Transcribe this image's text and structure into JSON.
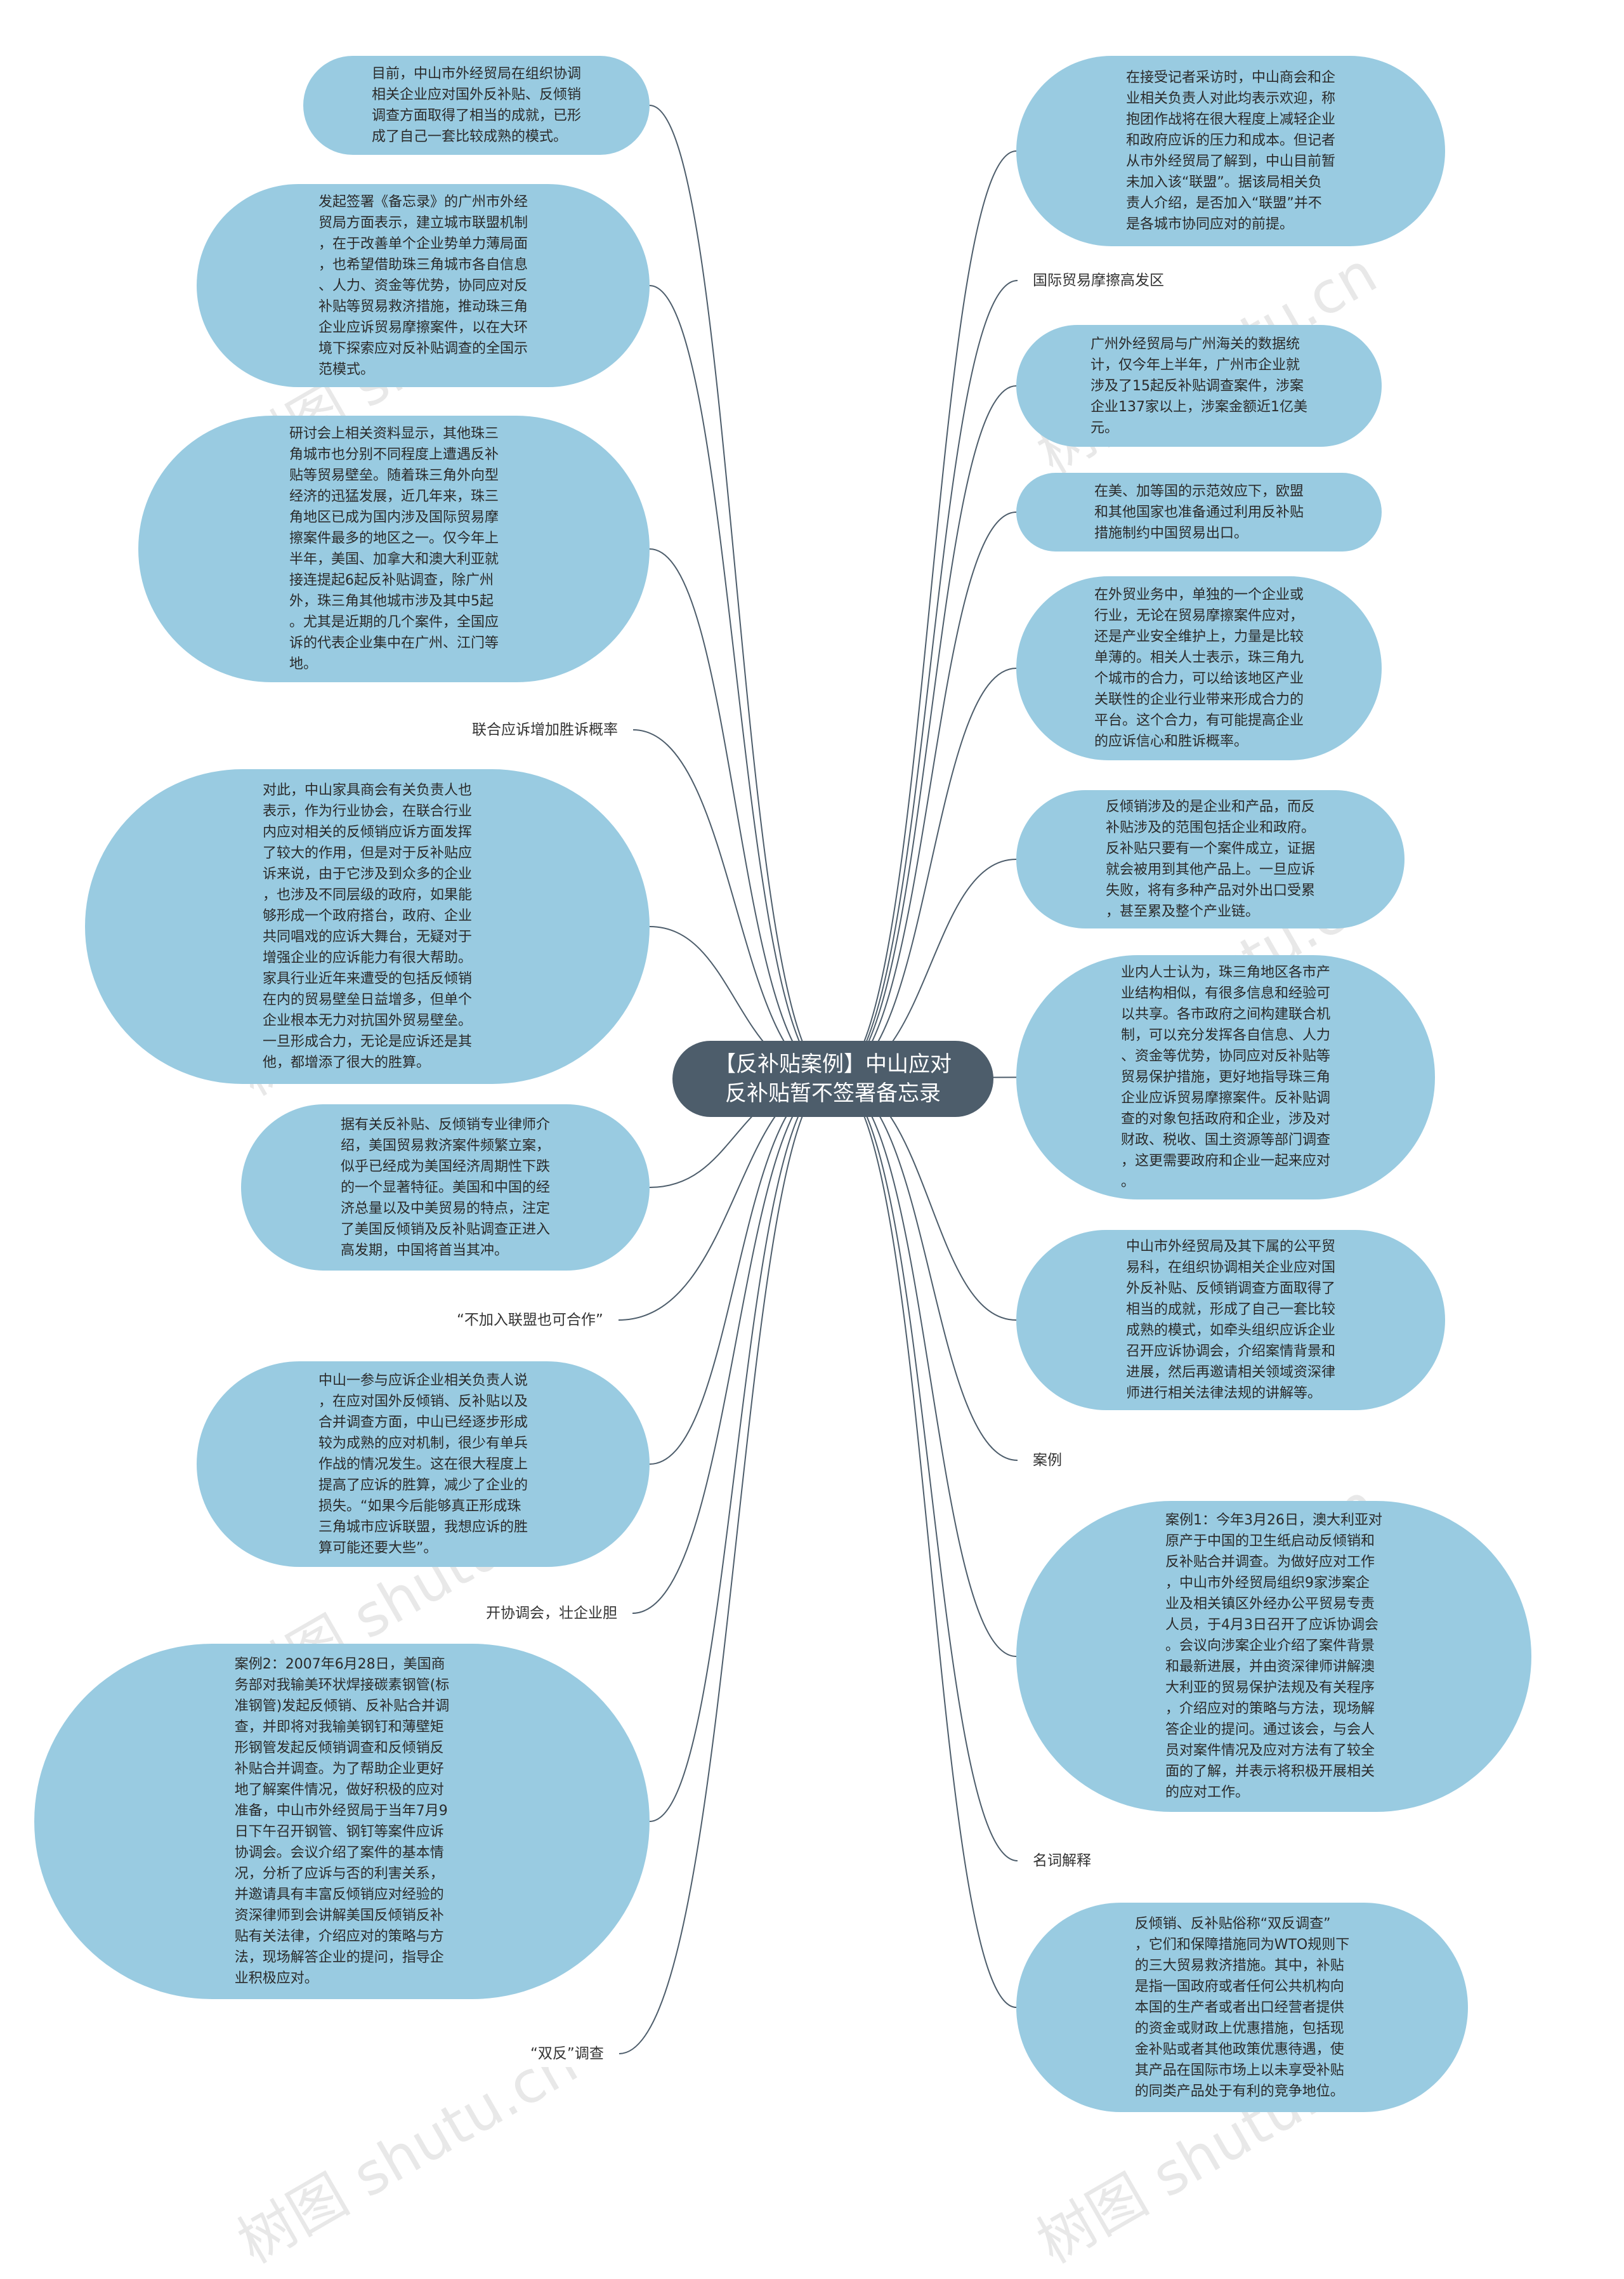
{
  "central": "【反补贴案例】中山应对\n反补贴暂不签署备忘录",
  "left_nodes": [
    "目前，中山市外经贸局在组织协调\n相关企业应对国外反补贴、反倾销\n调查方面取得了相当的成就，已形\n成了自己一套比较成熟的模式。",
    "发起签署《备忘录》的广州市外经\n贸局方面表示，建立城市联盟机制\n，在于改善单个企业势单力薄局面\n，也希望借助珠三角城市各自信息\n、人力、资金等优势，协同应对反\n补贴等贸易救济措施，推动珠三角\n企业应诉贸易摩擦案件，以在大环\n境下探索应对反补贴调查的全国示\n范模式。",
    "研讨会上相关资料显示，其他珠三\n角城市也分别不同程度上遭遇反补\n贴等贸易壁垒。随着珠三角外向型\n经济的迅猛发展，近几年来，珠三\n角地区已成为国内涉及国际贸易摩\n擦案件最多的地区之一。仅今年上\n半年，美国、加拿大和澳大利亚就\n接连提起6起反补贴调查，除广州\n外，珠三角其他城市涉及其中5起\n。尤其是近期的几个案件，全国应\n诉的代表企业集中在广州、江门等\n地。",
    "对此，中山家具商会有关负责人也\n表示，作为行业协会，在联合行业\n内应对相关的反倾销应诉方面发挥\n了较大的作用，但是对于反补贴应\n诉来说，由于它涉及到众多的企业\n，也涉及不同层级的政府，如果能\n够形成一个政府搭台，政府、企业\n共同唱戏的应诉大舞台，无疑对于\n增强企业的应诉能力有很大帮助。\n家具行业近年来遭受的包括反倾销\n在内的贸易壁垒日益增多，但单个\n企业根本无力对抗国外贸易壁垒。\n一旦形成合力，无论是应诉还是其\n他，都增添了很大的胜算。",
    "据有关反补贴、反倾销专业律师介\n绍，美国贸易救济案件频繁立案，\n似乎已经成为美国经济周期性下跌\n的一个显著特征。美国和中国的经\n济总量以及中美贸易的特点，注定\n了美国反倾销及反补贴调查正进入\n高发期，中国将首当其冲。",
    "中山一参与应诉企业相关负责人说\n，在应对国外反倾销、反补贴以及\n合并调查方面，中山已经逐步形成\n较为成熟的应对机制，很少有单兵\n作战的情况发生。这在很大程度上\n提高了应诉的胜算，减少了企业的\n损失。“如果今后能够真正形成珠\n三角城市应诉联盟，我想应诉的胜\n算可能还要大些”。",
    "案例2：2007年6月28日，美国商\n务部对我输美环状焊接碳素钢管(标\n准钢管)发起反倾销、反补贴合并调\n查，并即将对我输美钢钉和薄壁矩\n形钢管发起反倾销调查和反倾销反\n补贴合并调查。为了帮助企业更好\n地了解案件情况，做好积极的应对\n准备，中山市外经贸局于当年7月9\n日下午召开钢管、钢钉等案件应诉\n协调会。会议介绍了案件的基本情\n况，分析了应诉与否的利害关系，\n并邀请具有丰富反倾销应对经验的\n资深律师到会讲解美国反倾销反补\n贴有关法律，介绍应对的策略与方\n法，现场解答企业的提问，指导企\n业积极应对。"
  ],
  "left_tags": [
    "联合应诉增加胜诉概率",
    "“不加入联盟也可合作”",
    "开协调会，壮企业胆",
    "“双反”调查"
  ],
  "right_nodes": [
    "在接受记者采访时，中山商会和企\n业相关负责人对此均表示欢迎，称\n抱团作战将在很大程度上减轻企业\n和政府应诉的压力和成本。但记者\n从市外经贸局了解到，中山目前暂\n未加入该“联盟”。据该局相关负\n责人介绍，是否加入“联盟”并不\n是各城市协同应对的前提。",
    "广州外经贸局与广州海关的数据统\n计，仅今年上半年，广州市企业就\n涉及了15起反补贴调查案件，涉案\n企业137家以上，涉案金额近1亿美\n元。",
    "在美、加等国的示范效应下，欧盟\n和其他国家也准备通过利用反补贴\n措施制约中国贸易出口。",
    "在外贸业务中，单独的一个企业或\n行业，无论在贸易摩擦案件应对，\n还是产业安全维护上，力量是比较\n单薄的。相关人士表示，珠三角九\n个城市的合力，可以给该地区产业\n关联性的企业行业带来形成合力的\n平台。这个合力，有可能提高企业\n的应诉信心和胜诉概率。",
    "反倾销涉及的是企业和产品，而反\n补贴涉及的范围包括企业和政府。\n反补贴只要有一个案件成立，证据\n就会被用到其他产品上。一旦应诉\n失败，将有多种产品对外出口受累\n，甚至累及整个产业链。",
    "业内人士认为，珠三角地区各市产\n业结构相似，有很多信息和经验可\n以共享。各市政府之间构建联合机\n制，可以充分发挥各自信息、人力\n、资金等优势，协同应对反补贴等\n贸易保护措施，更好地指导珠三角\n企业应诉贸易摩擦案件。反补贴调\n查的对象包括政府和企业，涉及对\n财政、税收、国土资源等部门调查\n，这更需要政府和企业一起来应对\n。",
    "中山市外经贸局及其下属的公平贸\n易科，在组织协调相关企业应对国\n外反补贴、反倾销调查方面取得了\n相当的成就，形成了自己一套比较\n成熟的模式，如牵头组织应诉企业\n召开应诉协调会，介绍案情背景和\n进展，然后再邀请相关领域资深律\n师进行相关法律法规的讲解等。",
    "案例1：今年3月26日，澳大利亚对\n原产于中国的卫生纸启动反倾销和\n反补贴合并调查。为做好应对工作\n，中山市外经贸局组织9家涉案企\n业及相关镇区外经办公平贸易专责\n人员，于4月3日召开了应诉协调会\n。会议向涉案企业介绍了案件背景\n和最新进展，并由资深律师讲解澳\n大利亚的贸易保护法规及有关程序\n，介绍应对的策略与方法，现场解\n答企业的提问。通过该会，与会人\n员对案件情况及应对方法有了较全\n面的了解，并表示将积极开展相关\n的应对工作。",
    "反倾销、反补贴俗称“双反调查”\n，它们和保障措施同为WTO规则下\n的三大贸易救济措施。其中，补贴\n是指一国政府或者任何公共机构向\n本国的生产者或者出口经营者提供\n的资金或财政上优惠措施，包括现\n金补贴或者其他政策优惠待遇，使\n其产品在国际市场上以未享受补贴\n的同类产品处于有利的竞争地位。"
  ],
  "right_tags": [
    "国际贸易摩擦高发区",
    "案例",
    "名词解释"
  ],
  "watermark": "树图 shutu.cn",
  "colors": {
    "node_fill": "#99cbe1",
    "center_fill": "#4d5d6b",
    "wire": "#4d5d6b"
  }
}
